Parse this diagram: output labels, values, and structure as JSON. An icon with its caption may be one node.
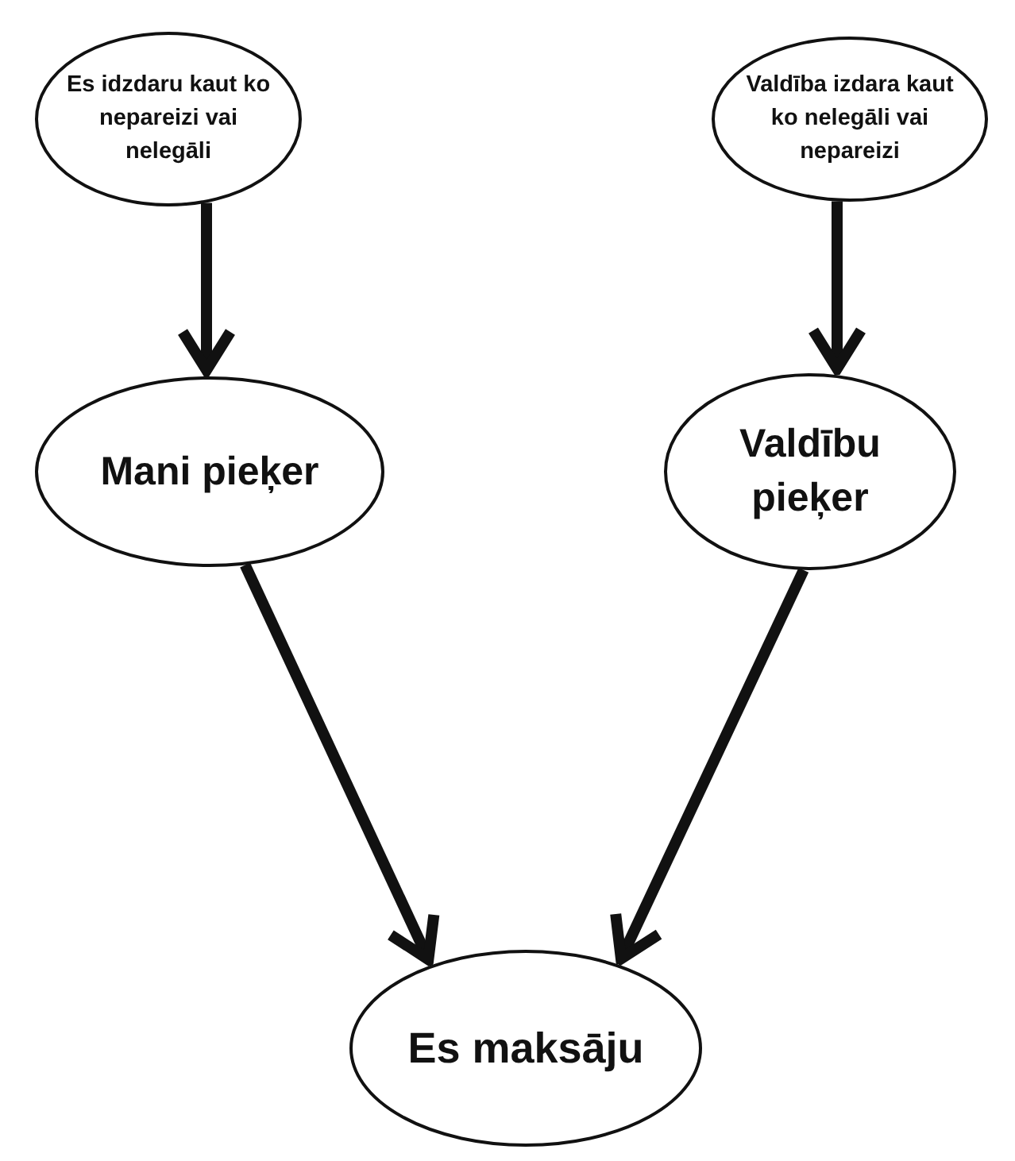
{
  "diagram": {
    "nodes": [
      {
        "text": [
          "Es idzdaru kaut ko nepareizi vai nelegāli"
        ]
      },
      {
        "text": [
          "Valdība izdara kaut ko nelegāli vai nepareizi"
        ]
      },
      {
        "text": [
          "Mani pieķer"
        ]
      },
      {
        "text": [
          "Valdību pieķer"
        ]
      },
      {
        "text": [
          "Es maksāju"
        ]
      }
    ],
    "edges": [
      {
        "from": 0,
        "to": 2,
        "arrow": "to"
      },
      {
        "from": 1,
        "to": 3,
        "arrow": "to"
      },
      {
        "from": 2,
        "to": 4,
        "arrow": "to"
      },
      {
        "from": 3,
        "to": 4,
        "arrow": "to"
      }
    ]
  }
}
